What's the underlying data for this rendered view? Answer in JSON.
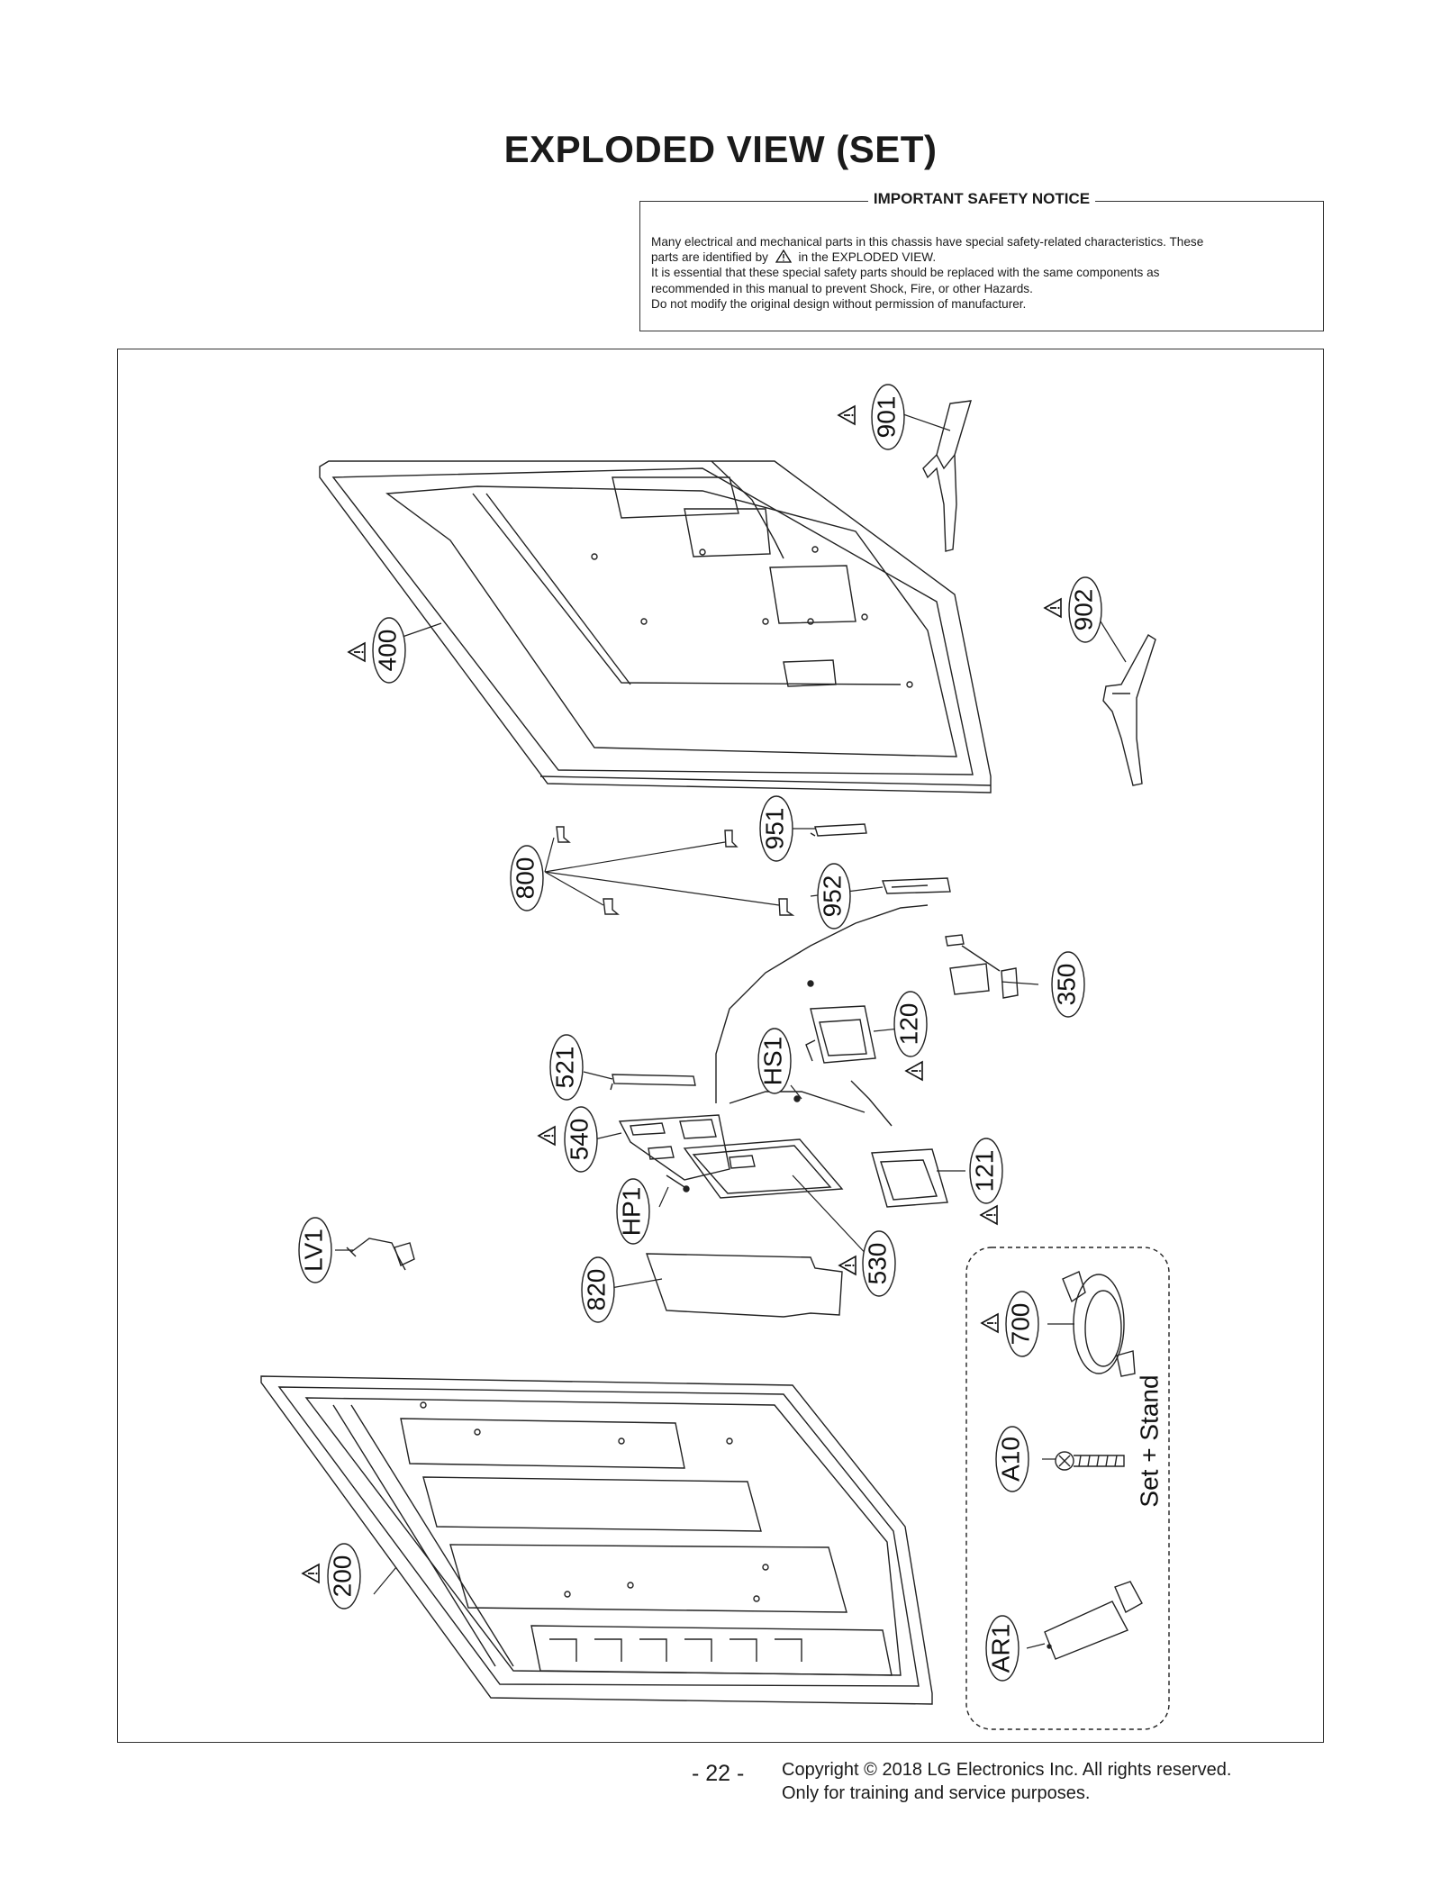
{
  "page": {
    "title": "EXPLODED VIEW (SET)",
    "page_number": "- 22 -"
  },
  "notice": {
    "heading": "IMPORTANT SAFETY NOTICE",
    "line1": "Many electrical and mechanical parts in this chassis have special safety-related characteristics. These",
    "line2_before": "parts are identified by",
    "line2_after": "in the EXPLODED VIEW.",
    "line3": "It is essential that these special safety parts should be replaced with the same components as",
    "line4": "recommended in this manual to prevent Shock, Fire, or other Hazards.",
    "line5": "Do not modify the original design without permission of manufacturer."
  },
  "parts": {
    "p901": "901",
    "p902": "902",
    "p400": "400",
    "p951": "951",
    "p952": "952",
    "p800": "800",
    "p350": "350",
    "p120": "120",
    "p521": "521",
    "pHS1": "HS1",
    "p540": "540",
    "p121": "121",
    "pHP1": "HP1",
    "pLV1": "LV1",
    "p530": "530",
    "p820": "820",
    "p700": "700",
    "pA10": "A10",
    "p200": "200",
    "pAR1": "AR1"
  },
  "accessory_group_label": "Set + Stand",
  "footer": {
    "copyright": "Copyright © 2018 LG Electronics Inc. All rights reserved.",
    "purpose": "Only for training and service purposes."
  }
}
